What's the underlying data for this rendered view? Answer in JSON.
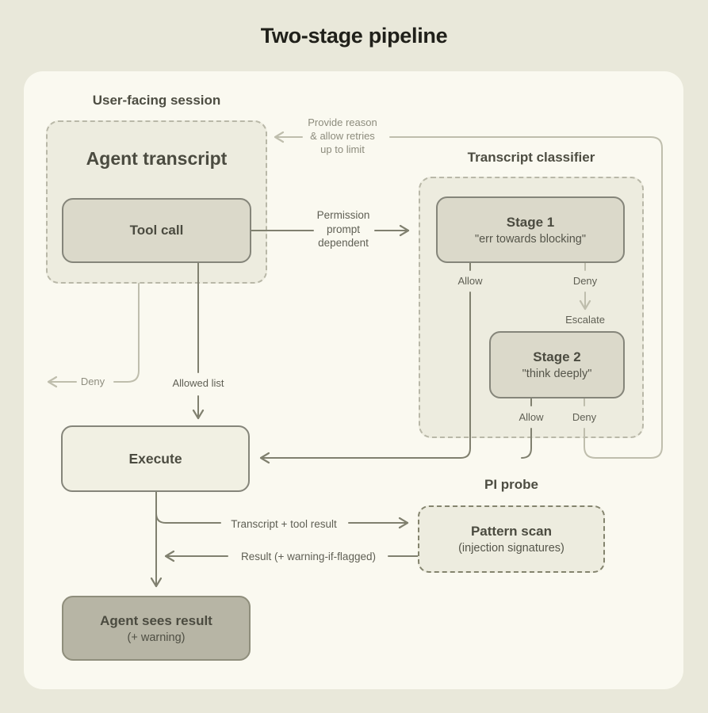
{
  "title": "Two-stage pipeline",
  "colors": {
    "page_bg": "#e9e8da",
    "panel_bg": "#faf9f0",
    "container_fill": "#edecdf",
    "box_fill": "#dbd9ca",
    "execute_fill": "#f1f0e3",
    "result_fill": "#b7b5a5",
    "dark_line": "#80806f",
    "light_line": "#bfbead"
  },
  "user_facing": {
    "header": "User-facing session",
    "agent_transcript": "Agent transcript",
    "tool_call": "Tool call"
  },
  "classifier": {
    "header": "Transcript classifier",
    "stage1_title": "Stage 1",
    "stage1_subtitle": "\"err towards blocking\"",
    "stage2_title": "Stage 2",
    "stage2_subtitle": "\"think deeply\""
  },
  "pi_probe": {
    "header": "PI probe",
    "pattern_scan_title": "Pattern scan",
    "pattern_scan_subtitle": "(injection signatures)"
  },
  "execute_label": "Execute",
  "result": {
    "title": "Agent sees result",
    "subtitle": "(+ warning)"
  },
  "edges": {
    "provide_reason": "Provide reason\n& allow retries\nup to limit",
    "permission": "Permission\nprompt\ndependent",
    "stage1_allow": "Allow",
    "stage1_deny": "Deny",
    "escalate": "Escalate",
    "stage2_allow": "Allow",
    "stage2_deny": "Deny",
    "allowed_list": "Allowed list",
    "deny_left": "Deny",
    "to_probe": "Transcript + tool result",
    "from_probe": "Result (+ warning-if-flagged)"
  }
}
